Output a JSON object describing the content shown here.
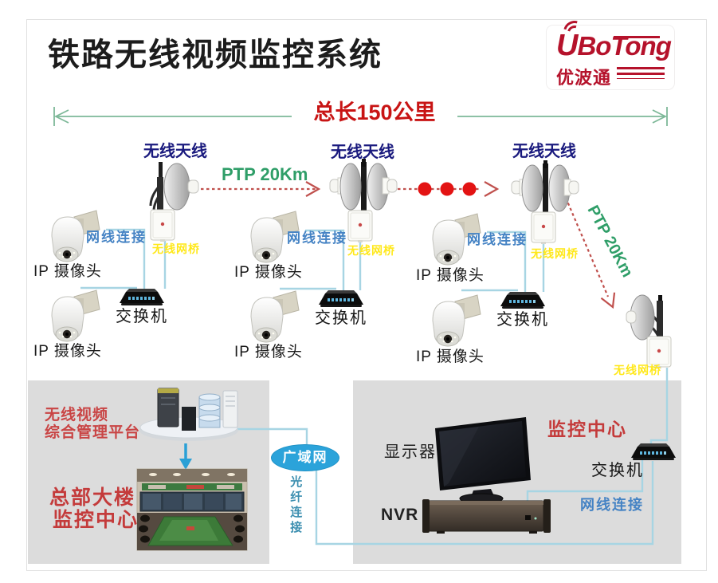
{
  "title": "铁路无线视频监控系统",
  "logo": {
    "brand_u": "U",
    "brand_rest": "BoTong",
    "brand_cn": "优波通"
  },
  "measure_label": "总长150公里",
  "antenna_label": "无线天线",
  "ptp_label": "PTP 20Km",
  "device_labels": {
    "camera": "IP 摄像头",
    "cable": "网线连接",
    "bridge": "无线网桥",
    "switch": "交换机"
  },
  "bottom": {
    "platform_line1": "无线视频",
    "platform_line2": "综合管理平台",
    "hq_line1": "总部大楼",
    "hq_line2": "监控中心",
    "wan": "广域网",
    "fiber": "光纤连接",
    "monitor": "显示器",
    "nvr": "NVR",
    "center": "监控中心"
  },
  "colors": {
    "title_text": "#1c1c1c",
    "measure_red": "#c81414",
    "antenna_navy": "#1a1a7e",
    "ptp_green": "#2f9e68",
    "cable_blue": "#4583c4",
    "bridge_yellow": "#ffe81a",
    "dash_arrow_red": "#c0504d",
    "relay_dot_red": "#e31313",
    "wire_cyan": "#a7d5e3",
    "measure_line_green": "#7db898",
    "panel_gray": "#dcdcdc",
    "wan_blue": "#2ba3da",
    "fiber_teal": "#3d8fb0",
    "red_caption": "#c43b3b",
    "logo_red": "#b5122b"
  }
}
